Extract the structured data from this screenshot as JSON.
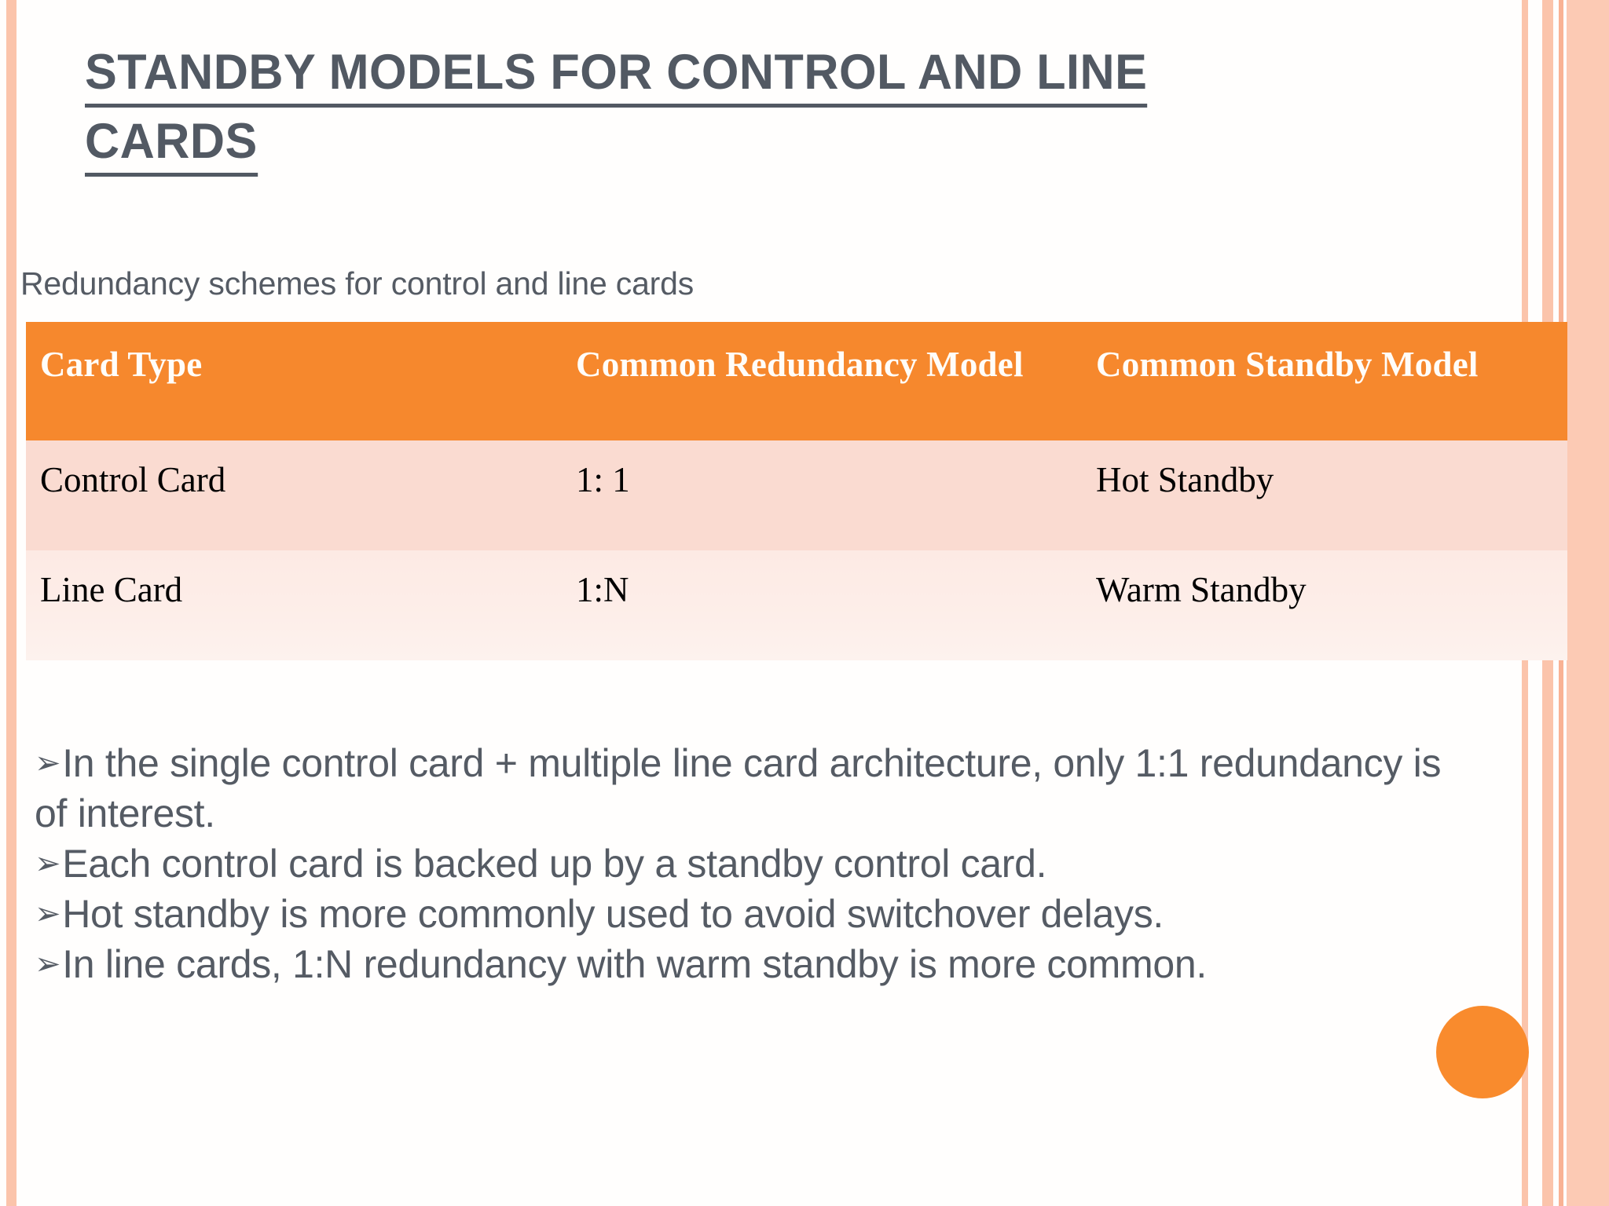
{
  "slide": {
    "title_lines": [
      "Standby Models for Control and Line",
      "Cards"
    ],
    "caption": "Redundancy schemes for control and line cards",
    "accent_color": "#f6882d",
    "text_color": "#555b64",
    "stripe_color": "#fbc4ab",
    "row_a_color": "#fadbd1",
    "row_b_color": "#fdeee9"
  },
  "table": {
    "headers": [
      "Card Type",
      "Common Redundancy Model",
      "Common Standby Model"
    ],
    "rows": [
      {
        "card_type": "Control Card",
        "redundancy_model": "1: 1",
        "standby_model": "Hot Standby"
      },
      {
        "card_type": "Line Card",
        "redundancy_model": "1:N",
        "standby_model": "Warm Standby"
      }
    ]
  },
  "bullets": {
    "marker": "➢",
    "items": [
      "In the single control card + multiple line card architecture, only 1:1 redundancy is of interest.",
      "Each control card is backed up by a standby control card.",
      "Hot standby is more commonly used to avoid switchover delays.",
      "In line cards, 1:N redundancy with warm standby is more common."
    ]
  }
}
